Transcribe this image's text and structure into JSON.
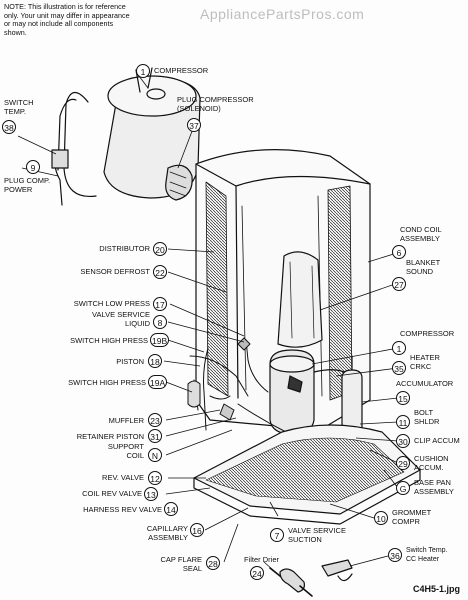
{
  "note": "NOTE: This illustration is for reference only. Your unit may differ in appearance or may not include all components shown.",
  "watermark": "AppliancePartsPros.com",
  "file_name": "C4H5-1.jpg",
  "parts": [
    {
      "id": "compressor-top",
      "num": "1",
      "label": "COMPRESSOR"
    },
    {
      "id": "switch-temp",
      "num": "38",
      "label": "SWITCH\nTEMP."
    },
    {
      "id": "plug-compressor",
      "num": "37",
      "label": "PLUG COMPRESSOR\n(SOLENOID)"
    },
    {
      "id": "plug-comp-power",
      "num": "9",
      "label": "PLUG COMP.\nPOWER"
    },
    {
      "id": "distributor",
      "num": "20",
      "label": "DISTRIBUTOR"
    },
    {
      "id": "sensor-defrost",
      "num": "22",
      "label": "SENSOR DEFROST"
    },
    {
      "id": "cond-coil",
      "num": "6",
      "label": "COND COIL\nASSEMBLY"
    },
    {
      "id": "blanket-sound",
      "num": "27",
      "label": "BLANKET\nSOUND"
    },
    {
      "id": "switch-low-press",
      "num": "17",
      "label": "SWITCH LOW PRESS"
    },
    {
      "id": "valve-service-liquid",
      "num": "8",
      "label": "VALVE SERVICE\nLIQUID"
    },
    {
      "id": "switch-high-press-b",
      "num": "19B",
      "label": "SWITCH HIGH PRESS"
    },
    {
      "id": "compressor-right",
      "num": "1",
      "label": "COMPRESSOR"
    },
    {
      "id": "piston",
      "num": "18",
      "label": "PISTON"
    },
    {
      "id": "heater-crkc",
      "num": "35",
      "label": "HEATER\nCRKC"
    },
    {
      "id": "switch-high-press-a",
      "num": "19A",
      "label": "SWITCH HIGH PRESS"
    },
    {
      "id": "accumulator",
      "num": "15",
      "label": "ACCUMULATOR"
    },
    {
      "id": "bolt-shldr",
      "num": "11",
      "label": "BOLT\nSHLDR"
    },
    {
      "id": "muffler",
      "num": "23",
      "label": "MUFFLER"
    },
    {
      "id": "retainer-piston",
      "num": "31",
      "label": "RETAINER PISTON"
    },
    {
      "id": "clip-accum",
      "num": "30",
      "label": "CLIP ACCUM"
    },
    {
      "id": "support-coil",
      "num": "N",
      "label": "SUPPORT\nCOIL"
    },
    {
      "id": "cushion-accum",
      "num": "29",
      "label": "CUSHION\nACCUM."
    },
    {
      "id": "rev-valve",
      "num": "12",
      "label": "REV. VALVE"
    },
    {
      "id": "base-pan",
      "num": "G",
      "label": "BASE PAN\nASSEMBLY"
    },
    {
      "id": "coil-rev-valve",
      "num": "13",
      "label": "COIL REV VALVE"
    },
    {
      "id": "harness-rev-valve",
      "num": "14",
      "label": "HARNESS REV VALVE"
    },
    {
      "id": "grommet-compr",
      "num": "10",
      "label": "GROMMET\nCOMPR"
    },
    {
      "id": "capillary-assembly",
      "num": "16",
      "label": "CAPILLARY\nASSEMBLY"
    },
    {
      "id": "valve-service-suction",
      "num": "7",
      "label": "VALVE SERVICE\nSUCTION"
    },
    {
      "id": "cap-flare-seal",
      "num": "28",
      "label": "CAP FLARE\nSEAL"
    },
    {
      "id": "filter-drier",
      "num": "24",
      "label": "Filter Drier"
    },
    {
      "id": "switch-temp-cc-heater",
      "num": "36",
      "label": "Switch Temp.\nCC Heater"
    }
  ]
}
